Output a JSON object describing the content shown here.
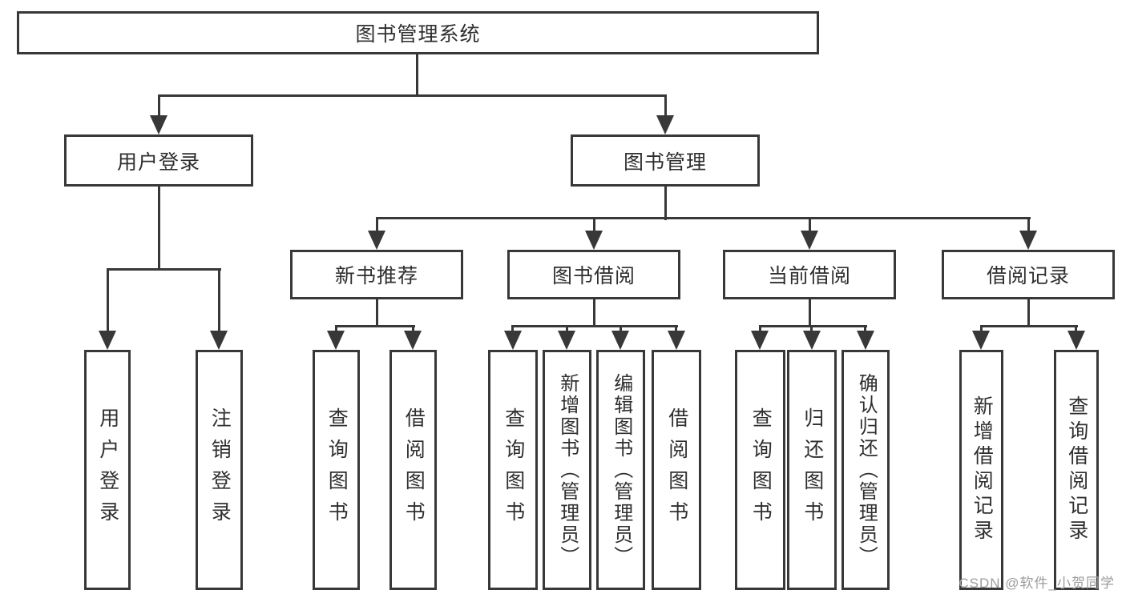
{
  "diagram": {
    "title": "图书管理系统",
    "root": {
      "label": "图书管理系统",
      "children": [
        {
          "label": "用户登录",
          "children": [
            {
              "label": "用户登录"
            },
            {
              "label": "注销登录"
            }
          ]
        },
        {
          "label": "图书管理",
          "children": [
            {
              "label": "新书推荐",
              "children": [
                {
                  "label": "查询图书"
                },
                {
                  "label": "借阅图书"
                }
              ]
            },
            {
              "label": "图书借阅",
              "children": [
                {
                  "label": "查询图书"
                },
                {
                  "label": "新增图书（管理员）"
                },
                {
                  "label": "编辑图书（管理员）"
                },
                {
                  "label": "借阅图书"
                }
              ]
            },
            {
              "label": "当前借阅",
              "children": [
                {
                  "label": "查询图书"
                },
                {
                  "label": "归还图书"
                },
                {
                  "label": "确认归还（管理员）"
                }
              ]
            },
            {
              "label": "借阅记录",
              "children": [
                {
                  "label": "新增借阅记录"
                },
                {
                  "label": "查询借阅记录"
                }
              ]
            }
          ]
        }
      ]
    }
  },
  "watermark": {
    "text": "CSDN @软件_小贺同学"
  },
  "colors": {
    "box_border": "#383838",
    "connector": "#383838",
    "text": "#2f2f2f",
    "watermark_text": "#9c9c9c",
    "background": "#ffffff"
  }
}
